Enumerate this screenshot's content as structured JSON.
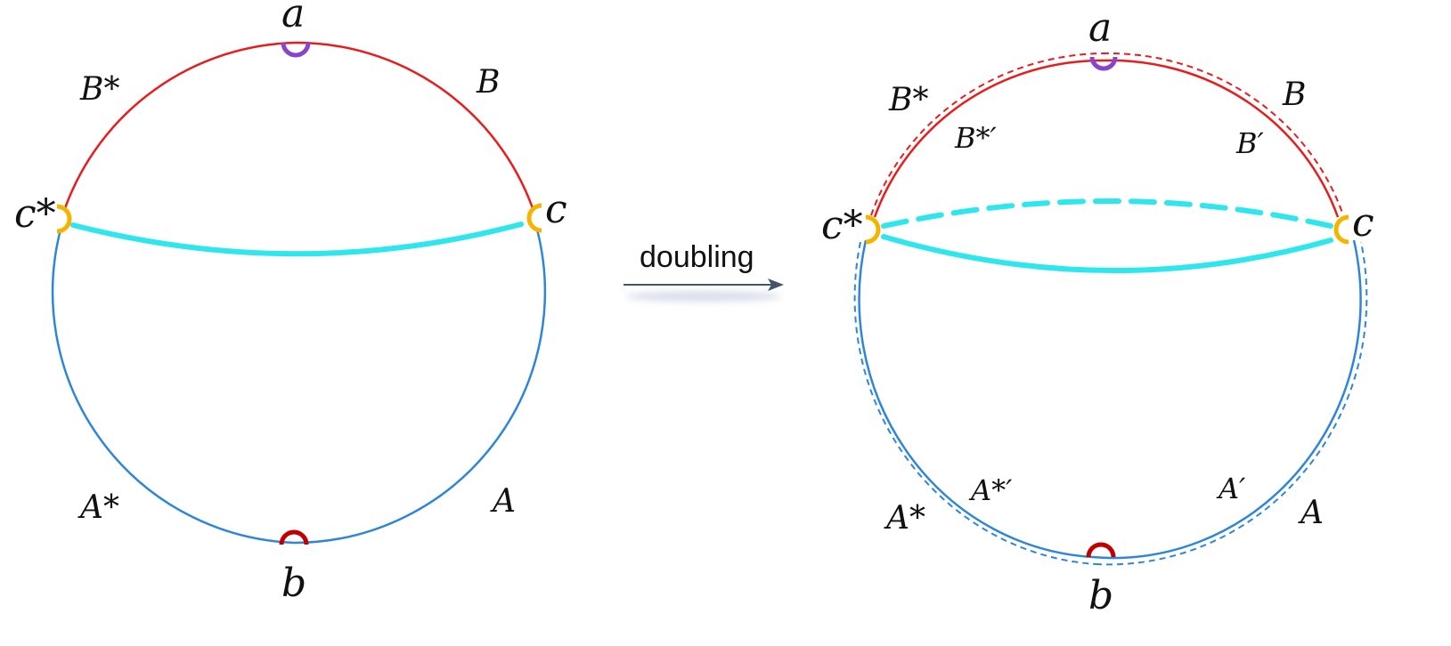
{
  "arrow": {
    "label": "doubling"
  },
  "left_diagram": {
    "labels": {
      "a": "a",
      "b": "b",
      "c": "c",
      "c_star": "c*",
      "B": "B",
      "B_star": "B*",
      "A": "A",
      "A_star": "A*"
    }
  },
  "right_diagram": {
    "labels": {
      "a": "a",
      "b": "b",
      "c": "c",
      "c_star": "c*",
      "B": "B",
      "B_star": "B*",
      "B_prime": "B′",
      "B_star_prime": "B*′",
      "A": "A",
      "A_star": "A*",
      "A_prime": "A′",
      "A_star_prime": "A*′"
    }
  },
  "colors": {
    "red_arc": "#e81c1c",
    "blue_arc": "#2f86d9",
    "cyan_arc": "#2ee6ec",
    "node_a": "#8a44c8",
    "node_b": "#c00000",
    "node_c": "#f5b400",
    "arrow": "#44546a"
  }
}
